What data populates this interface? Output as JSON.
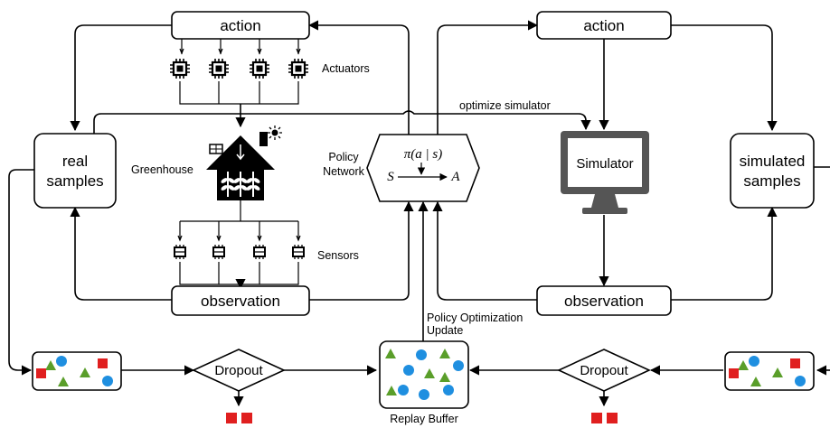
{
  "nodes": {
    "action_left": "action",
    "action_right": "action",
    "actuators": "Actuators",
    "optimize_simulator": "optimize simulator",
    "real_samples_1": "real",
    "real_samples_2": "samples",
    "greenhouse": "Greenhouse",
    "policy_network_1": "Policy",
    "policy_network_2": "Network",
    "policy_formula": "π(a | s)",
    "policy_s": "S",
    "policy_a": "A",
    "simulator": "Simulator",
    "simulated_samples_1": "simulated",
    "simulated_samples_2": "samples",
    "sensors": "Sensors",
    "observation_left": "observation",
    "observation_right": "observation",
    "policy_update_1": "Policy Optimization",
    "policy_update_2": "Update",
    "dropout_left": "Dropout",
    "dropout_right": "Dropout",
    "replay_buffer": "Replay Buffer"
  },
  "colors": {
    "circle": "#1f8fe0",
    "triangle": "#5a9e2a",
    "square": "#e01f1f",
    "monitor": "#555555"
  }
}
